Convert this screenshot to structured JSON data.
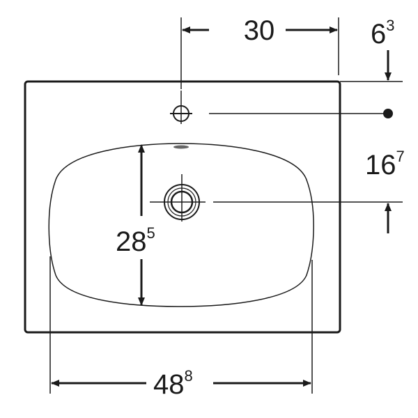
{
  "dimensions": {
    "top_width": {
      "main": "30",
      "sup": ""
    },
    "top_offset": {
      "main": "6",
      "sup": "3"
    },
    "side_offset": {
      "main": "16",
      "sup": "7"
    },
    "bowl_depth": {
      "main": "28",
      "sup": "5"
    },
    "bottom_width": {
      "main": "48",
      "sup": "8"
    }
  },
  "colors": {
    "line": "#1a1a1a",
    "background": "#ffffff"
  }
}
